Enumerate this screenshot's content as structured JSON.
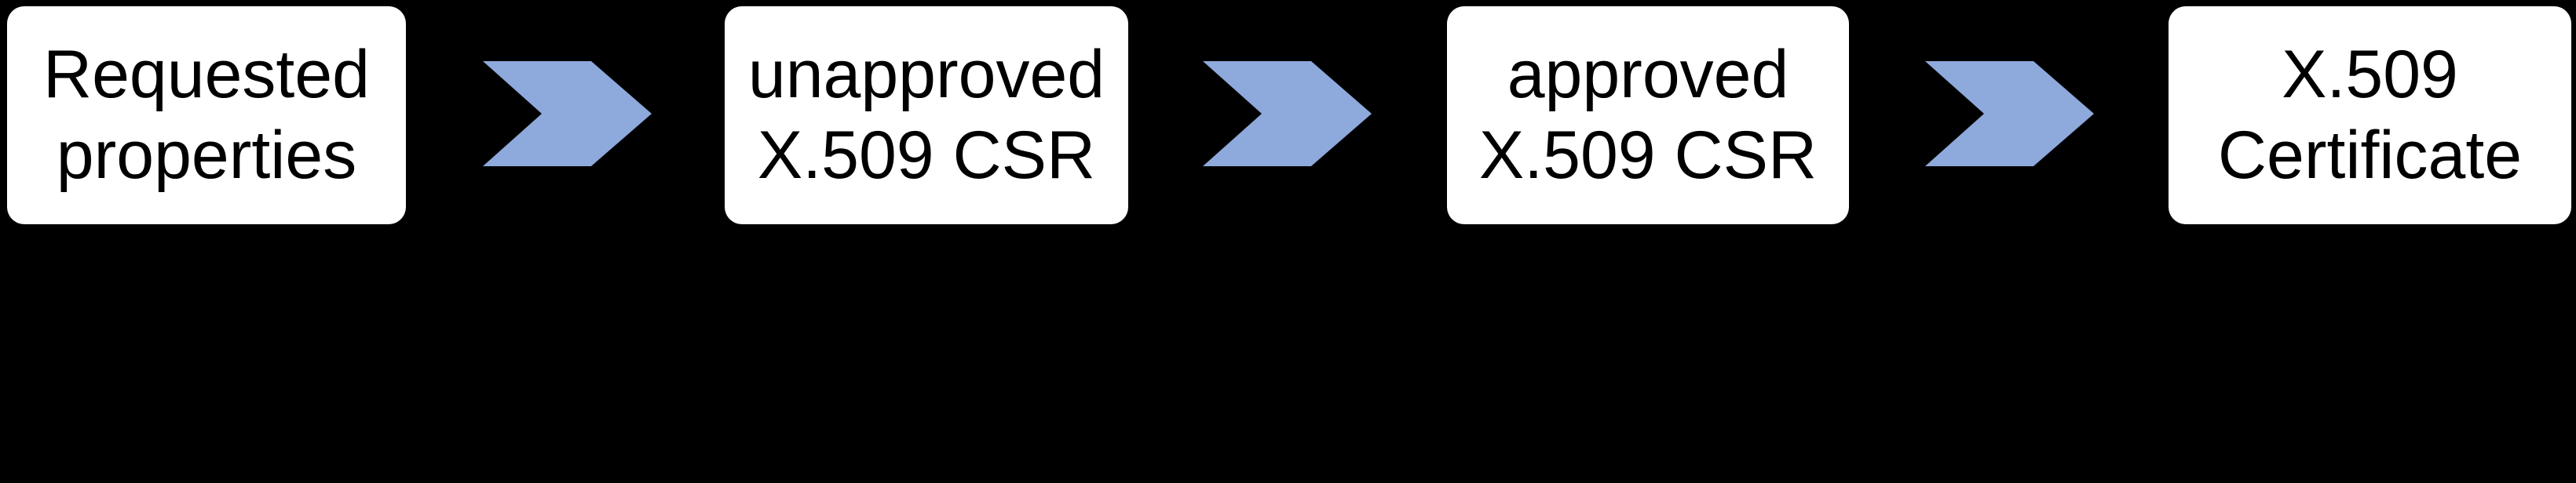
{
  "colors": {
    "background": "#000000",
    "box_fill": "#ffffff",
    "box_text": "#000000",
    "chevron": "#8ea9db"
  },
  "steps": [
    {
      "line1": "Requested",
      "line2": "properties"
    },
    {
      "line1": "unapproved",
      "line2": "X.509 CSR"
    },
    {
      "line1": "approved",
      "line2": "X.509 CSR"
    },
    {
      "line1": "X.509",
      "line2": "Certificate"
    }
  ]
}
